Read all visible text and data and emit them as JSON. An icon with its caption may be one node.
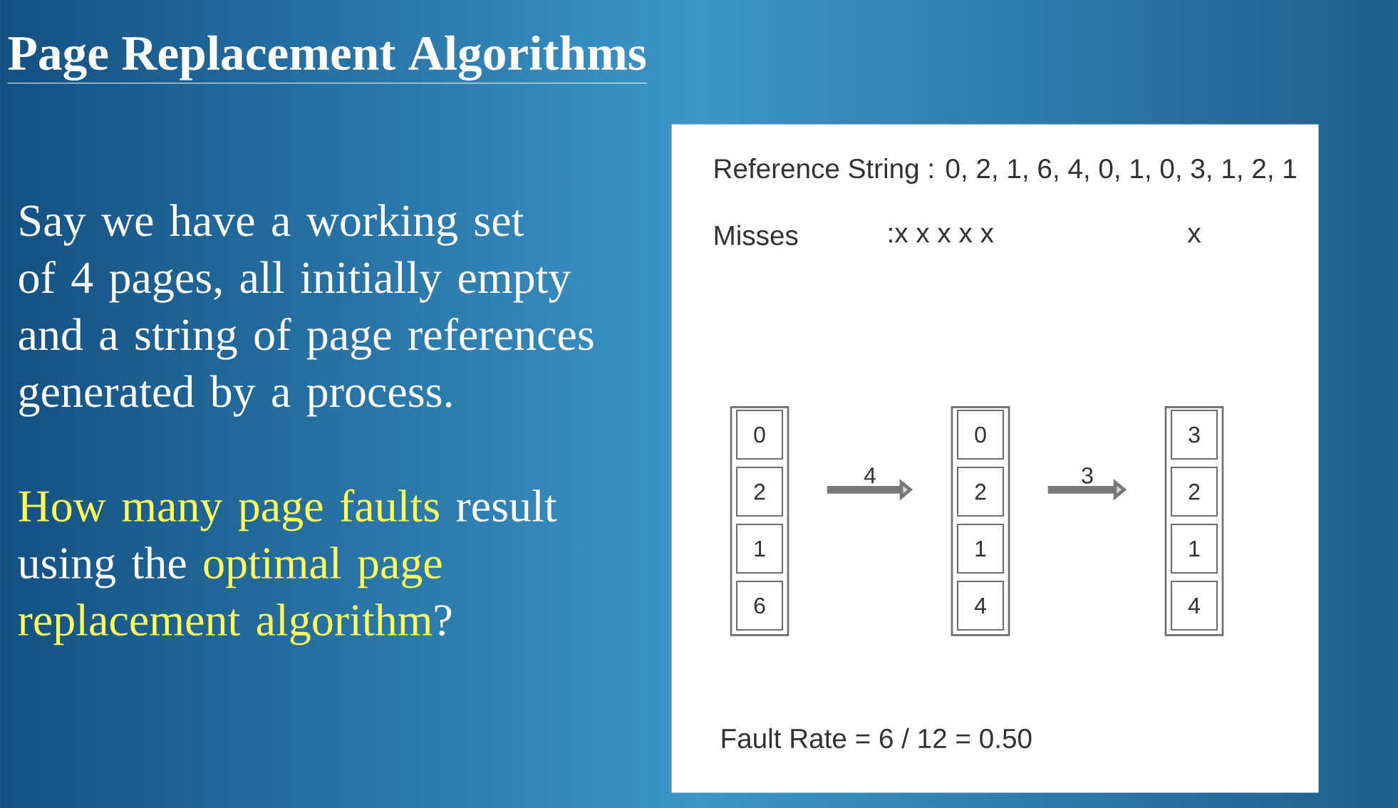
{
  "diagram": {
    "title": "Page Replacement Algorithms",
    "nodes": [
      {
        "text": [
          "Reference String : 0, 2, 1, 6, 4, 0, 1, 0, 3, 1, 2, 1",
          "Misses",
          ":x x x x x",
          "x",
          "Fault Rate = 6 / 12 = 0.50"
        ]
      },
      {
        "text": [
          "0",
          "2",
          "1",
          "6"
        ],
        "in": 0
      },
      {
        "text": [
          "0",
          "2",
          "1",
          "4"
        ],
        "in": 0
      },
      {
        "text": [
          "3",
          "2",
          "1",
          "4"
        ],
        "in": 0
      }
    ],
    "edges": [
      {
        "from": 1,
        "to": 2,
        "arrow": "to",
        "label": "4"
      },
      {
        "from": 2,
        "to": 3,
        "arrow": "to",
        "label": "3"
      }
    ],
    "labels": [
      "Say we have a working set of 4 pages, all initially empty and a string of page references generated by a process.",
      "*How many page faults* result using the *optimal page replacement algorithm*?"
    ]
  }
}
